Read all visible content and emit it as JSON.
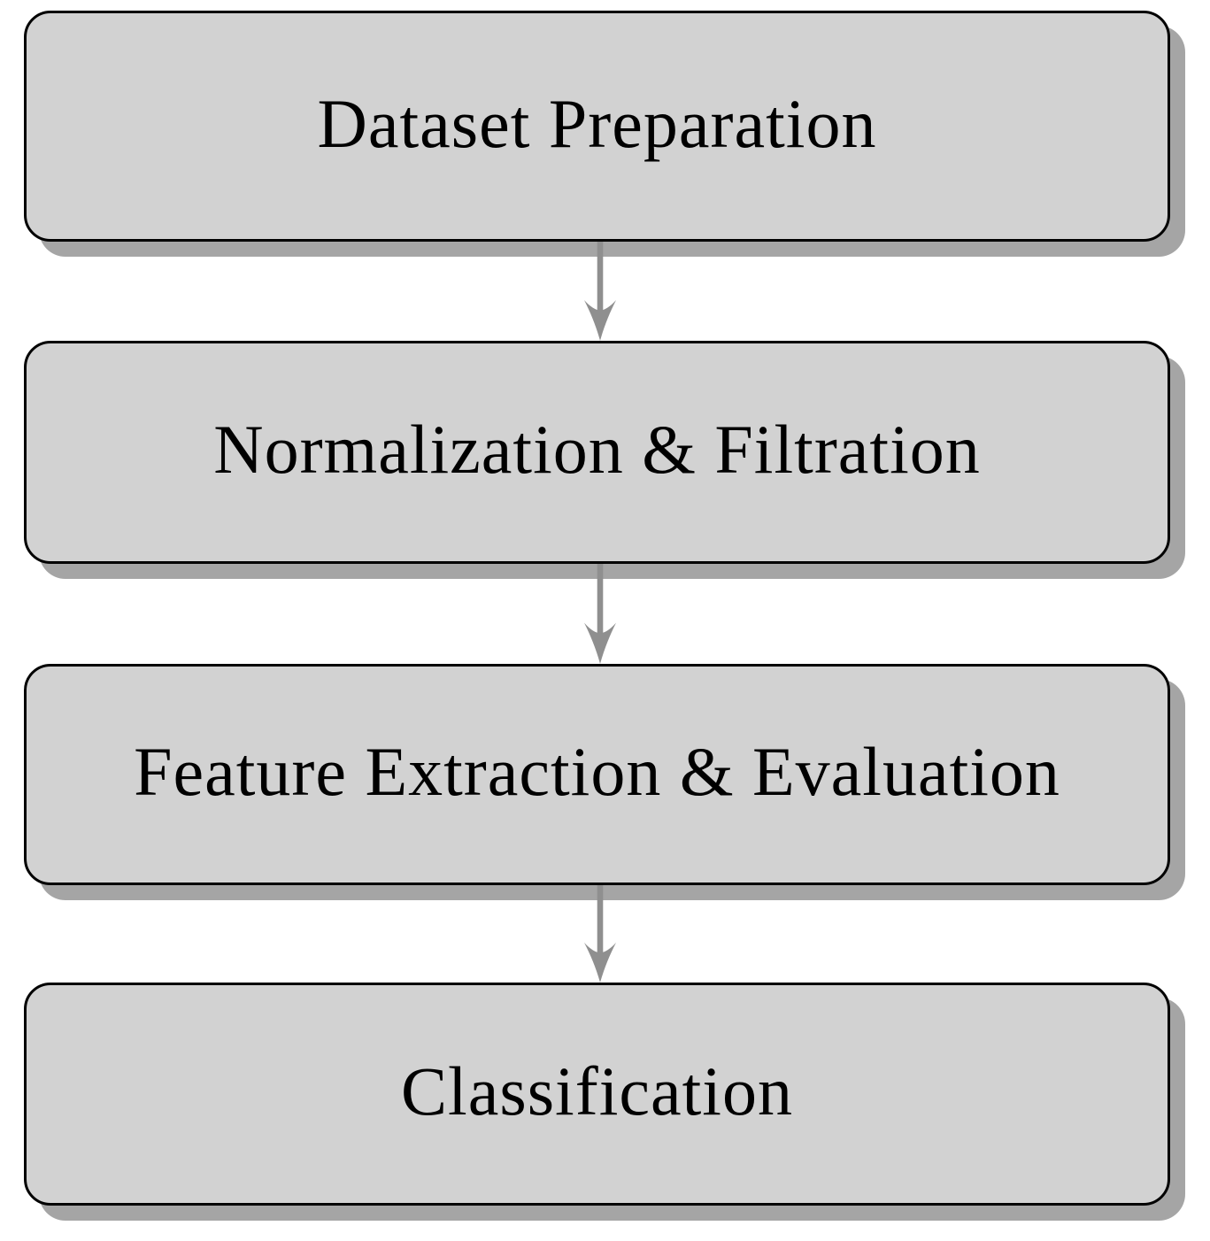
{
  "diagram": {
    "type": "flowchart",
    "direction": "top-down",
    "nodes": [
      {
        "id": "dataset-preparation",
        "label": "Dataset Preparation"
      },
      {
        "id": "normalization-filtration",
        "label": "Normalization & Filtration"
      },
      {
        "id": "feature-extraction-evaluation",
        "label": "Feature Extraction & Evaluation"
      },
      {
        "id": "classification",
        "label": "Classification"
      }
    ],
    "edges": [
      {
        "from": "dataset-preparation",
        "to": "normalization-filtration",
        "style": "arrow-down"
      },
      {
        "from": "normalization-filtration",
        "to": "feature-extraction-evaluation",
        "style": "arrow-down"
      },
      {
        "from": "feature-extraction-evaluation",
        "to": "classification",
        "style": "arrow-down"
      }
    ],
    "colors": {
      "background": "#ffffff",
      "box_fill": "#d2d2d2",
      "box_border": "#000000",
      "shadow": "#a5a5a5",
      "arrow": "#8f8f8f",
      "text": "#000000"
    }
  }
}
